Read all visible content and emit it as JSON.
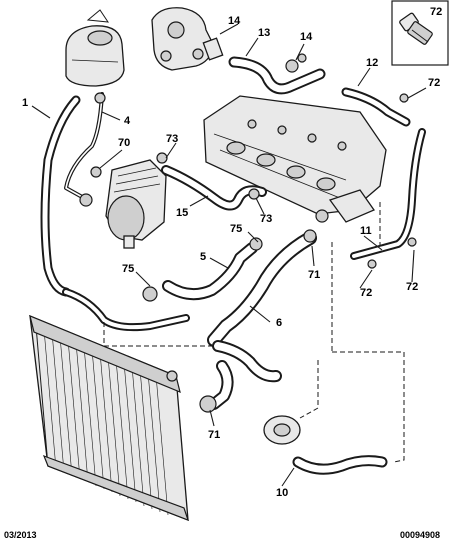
{
  "diagram": {
    "labels": {
      "l1": "1",
      "l4": "4",
      "l70": "70",
      "l73a": "73",
      "l15": "15",
      "l73b": "73",
      "l14a": "14",
      "l13": "13",
      "l14b": "14",
      "l12": "12",
      "l72a": "72",
      "l75a": "75",
      "l5": "5",
      "l71a": "71",
      "l6": "6",
      "l75b": "75",
      "l11": "11",
      "l72b": "72",
      "l72c": "72",
      "l71b": "71",
      "l10": "10"
    },
    "inset_label": "72"
  },
  "footer": {
    "date": "03/2013",
    "ref": "00094908"
  }
}
